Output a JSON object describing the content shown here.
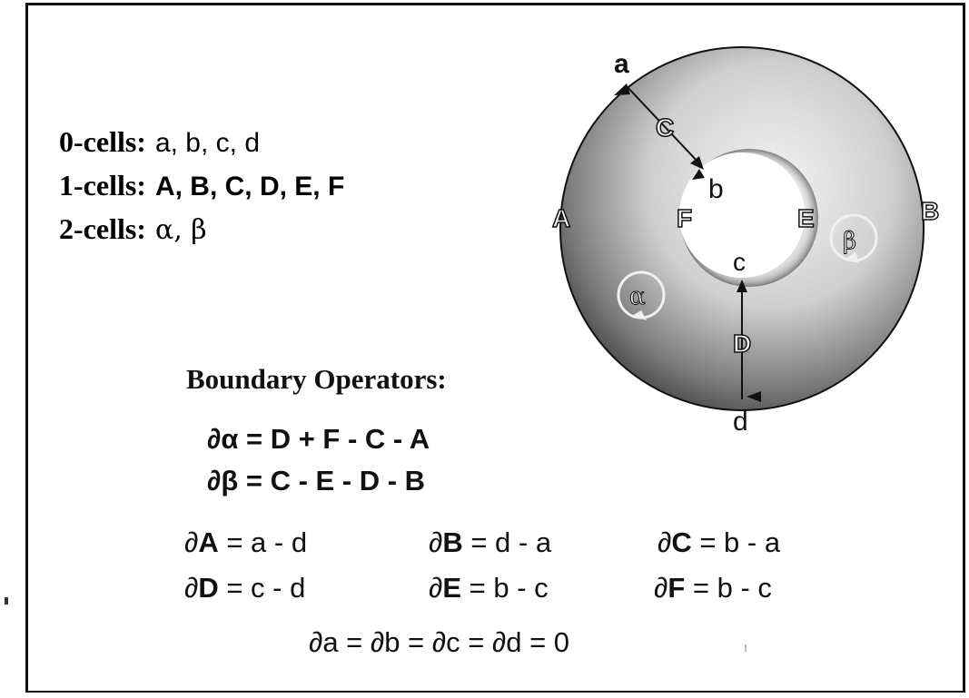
{
  "cells": {
    "zero": {
      "label": "0-cells:",
      "value": "a, b, c, d"
    },
    "one": {
      "label": "1-cells:",
      "value": "A, B, C, D, E, F"
    },
    "two": {
      "label": "2-cells:",
      "value": "α, β"
    }
  },
  "boundary": {
    "title": "Boundary Operators:",
    "alpha": "∂α = D + F - C - A",
    "beta": "∂β = C - E - D - B",
    "edges": [
      {
        "lhs": "∂",
        "edge": "A",
        "rhs": " = a - d"
      },
      {
        "lhs": "∂",
        "edge": "B",
        "rhs": " = d - a"
      },
      {
        "lhs": "∂",
        "edge": "C",
        "rhs": " = b - a"
      },
      {
        "lhs": "∂",
        "edge": "D",
        "rhs": " = c - d"
      },
      {
        "lhs": "∂",
        "edge": "E",
        "rhs": " = b - c"
      },
      {
        "lhs": "∂",
        "edge": "F",
        "rhs": " = b - c"
      }
    ],
    "vertices": "∂a = ∂b = ∂c = ∂d = 0"
  },
  "diagram": {
    "vertex_labels": {
      "a": "a",
      "b": "b",
      "c": "c",
      "d": "d"
    },
    "edge_labels": {
      "A": "A",
      "B": "B",
      "C": "C",
      "D": "D",
      "E": "E",
      "F": "F"
    },
    "face_labels": {
      "alpha": "α",
      "beta": "β"
    },
    "colors": {
      "ring_dark": "#2a2a2a",
      "ring_light": "#e8e8e8",
      "ink": "#111111"
    }
  }
}
